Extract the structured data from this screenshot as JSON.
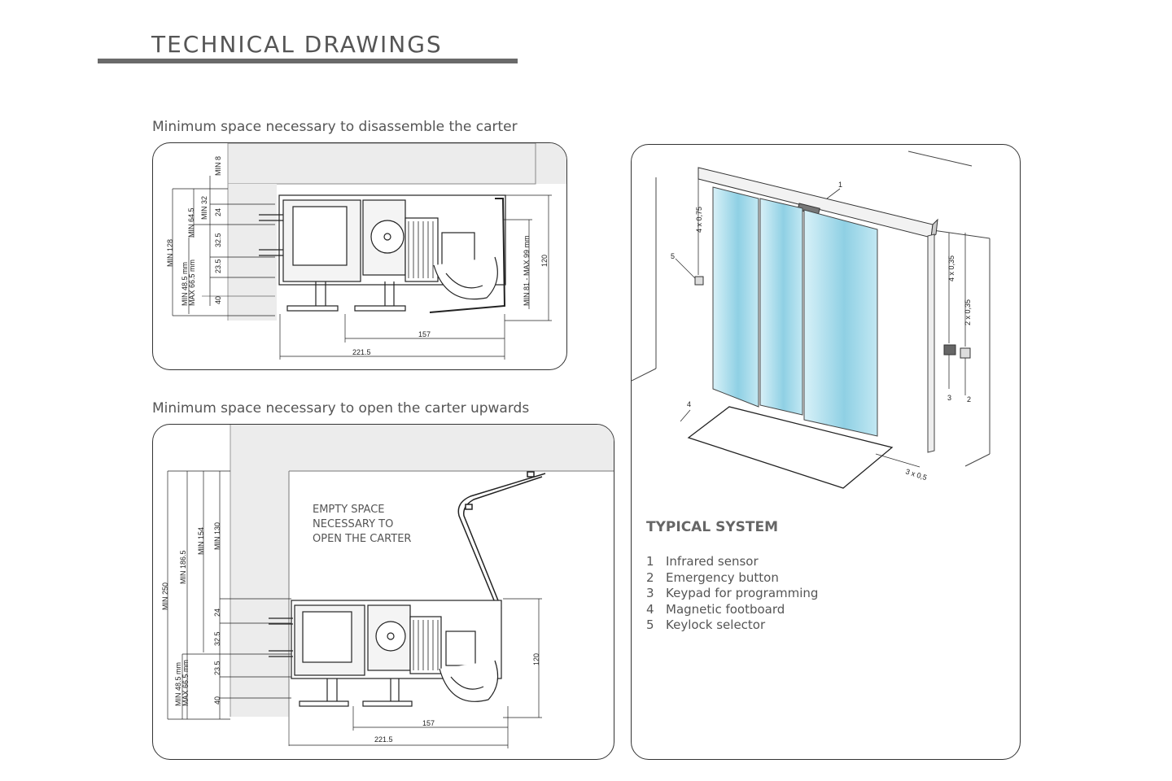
{
  "header": {
    "title": "TECHNICAL DRAWINGS"
  },
  "drawing_top": {
    "caption": "Minimum space necessary to disassemble the carter",
    "dims": {
      "min8": "MIN 8",
      "min32": "MIN 32",
      "min64": "MIN 64.5",
      "d24": "24",
      "d325": "32.5",
      "d235": "23.5",
      "d40": "40",
      "min128": "MIN 128",
      "min485": "MIN 48.5 mm",
      "max665": "MAX 66.5 mm",
      "min81": "MIN 81 - MAX 99 mm",
      "d120": "120",
      "d157": "157",
      "d2215": "221.5"
    }
  },
  "drawing_bottom": {
    "caption": "Minimum space necessary to open the carter upwards",
    "note_lines": [
      "EMPTY SPACE",
      "NECESSARY TO",
      "OPEN THE CARTER"
    ],
    "dims": {
      "min250": "MIN 250",
      "min1865": "MIN 186.5",
      "min154": "MIN 154",
      "min130": "MIN 130",
      "d24": "24",
      "d325": "32.5",
      "d235": "23.5",
      "d40": "40",
      "min485": "MIN 48.5 mm",
      "max665": "MAX 66.5 mm",
      "d120": "120",
      "d157": "157",
      "d2215": "221.5"
    }
  },
  "typical_system": {
    "title": "TYPICAL SYSTEM",
    "callouts": [
      "1",
      "2",
      "3",
      "4",
      "5"
    ],
    "cables": [
      "4 x 0,75",
      "4 x 0,35",
      "2 x 0,35",
      "3 x 0,5"
    ],
    "items": [
      {
        "num": "1",
        "label": "Infrared sensor"
      },
      {
        "num": "2",
        "label": "Emergency button"
      },
      {
        "num": "3",
        "label": "Keypad for programming"
      },
      {
        "num": "4",
        "label": "Magnetic footboard"
      },
      {
        "num": "5",
        "label": "Keylock selector"
      }
    ]
  }
}
